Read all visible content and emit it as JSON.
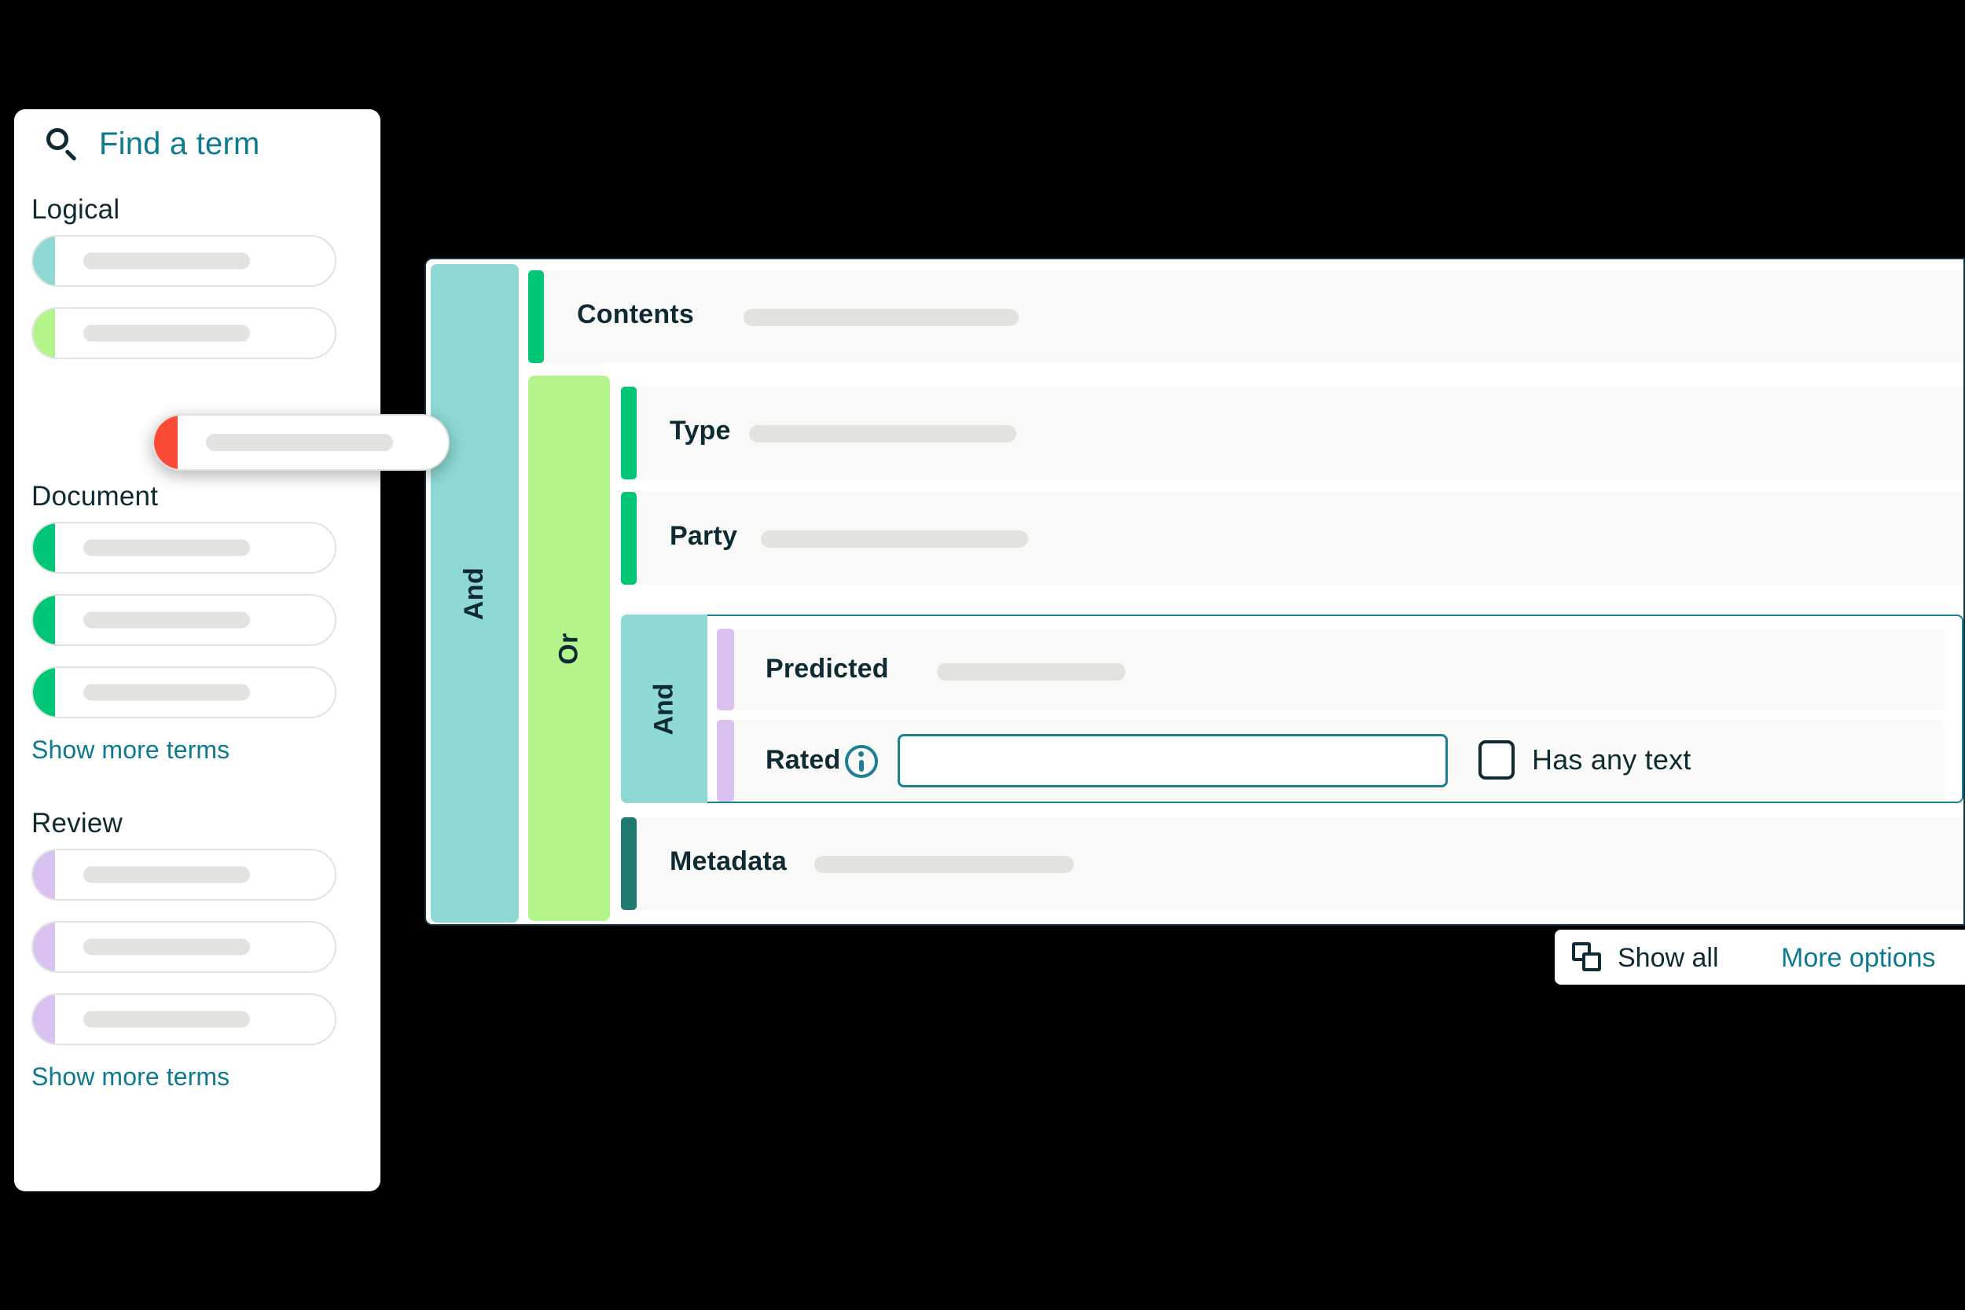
{
  "sidebar": {
    "search": {
      "label": "Find a term",
      "icon": "search-icon"
    },
    "groups": [
      {
        "title": "Logical",
        "items": [
          {
            "accent": "#8ed9d4"
          },
          {
            "accent": "#b3f48b"
          },
          {
            "accent": "#fb4b36",
            "dragging": true
          }
        ],
        "show_more": null
      },
      {
        "title": "Document",
        "items": [
          {
            "accent": "#00c776"
          },
          {
            "accent": "#00c776"
          },
          {
            "accent": "#00c776"
          }
        ],
        "show_more": "Show more terms"
      },
      {
        "title": "Review",
        "items": [
          {
            "accent": "#d9c2f0"
          },
          {
            "accent": "#d9c2f0"
          },
          {
            "accent": "#d9c2f0"
          }
        ],
        "show_more": "Show more terms"
      }
    ]
  },
  "query_builder": {
    "outer_operator": "And",
    "or_operator": "Or",
    "inner_operator": "And",
    "rows": {
      "contents": {
        "label": "Contents",
        "accent": "#00c776"
      },
      "type": {
        "label": "Type",
        "accent": "#00c776"
      },
      "party": {
        "label": "Party",
        "accent": "#00c776"
      },
      "predicted": {
        "label": "Predicted",
        "accent": "#d9c2f0"
      },
      "rated": {
        "label": "Rated",
        "accent": "#d9c2f0",
        "info_icon": "info-circle-icon",
        "input_value": "",
        "checkbox_label": "Has any text",
        "checkbox_checked": false
      },
      "metadata": {
        "label": "Metadata",
        "accent": "#1f7a70"
      }
    }
  },
  "footer": {
    "show_all_label": "Show all",
    "show_all_icon": "copy-squares-icon",
    "more_options_label": "More options"
  },
  "colors": {
    "teal_link": "#0d7b8f",
    "dark_navy": "#0f2a33",
    "and_rail": "#8ed9d4",
    "or_rail": "#b3f48b",
    "green_accent": "#00c776",
    "purple_accent": "#d9c2f0",
    "red_accent": "#fb4b36",
    "metadata_accent": "#1f7a70",
    "border_teal": "#1c7f94",
    "row_bg": "#f9f9f8",
    "ghost_grey": "#e3e2df"
  }
}
